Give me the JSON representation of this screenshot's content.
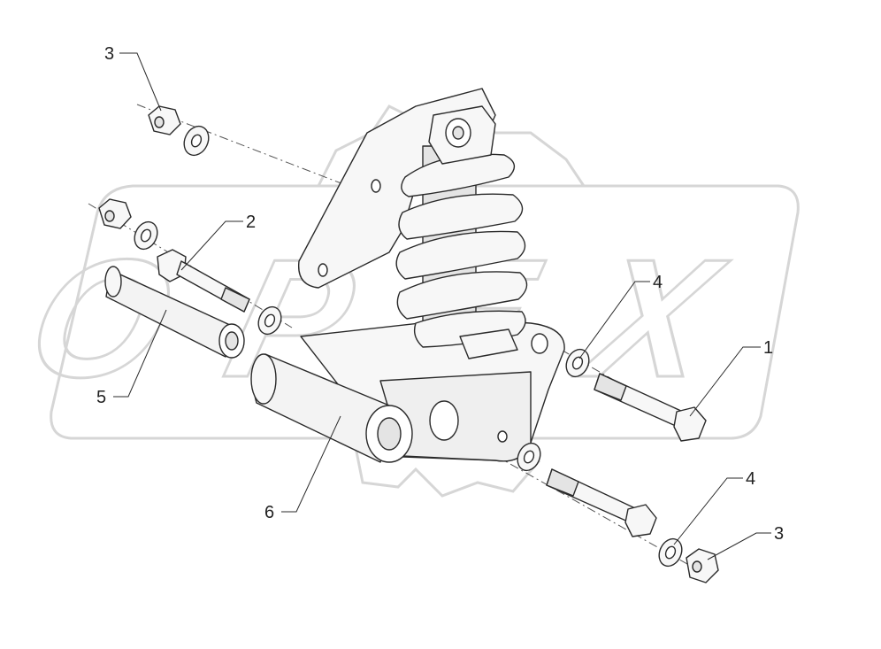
{
  "watermark": {
    "text": "OPEX"
  },
  "callouts": [
    {
      "id": "callout-3-top",
      "label": "3"
    },
    {
      "id": "callout-2",
      "label": "2"
    },
    {
      "id": "callout-4-mid",
      "label": "4"
    },
    {
      "id": "callout-1",
      "label": "1"
    },
    {
      "id": "callout-5",
      "label": "5"
    },
    {
      "id": "callout-6",
      "label": "6"
    },
    {
      "id": "callout-4-bottom",
      "label": "4"
    },
    {
      "id": "callout-3-bottom",
      "label": "3"
    }
  ],
  "colors": {
    "line": "#2a2a2a",
    "part_fill": "#f7f7f7",
    "shade": "#e4e4e4",
    "watermark": "#d6d6d6"
  }
}
